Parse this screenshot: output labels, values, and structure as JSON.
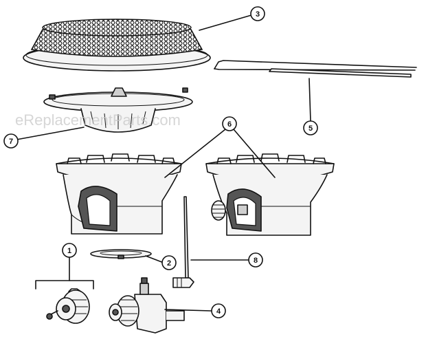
{
  "watermark": "eReplacementParts.com",
  "callouts": [
    {
      "label": "1",
      "name": "callout-1"
    },
    {
      "label": "2",
      "name": "callout-2"
    },
    {
      "label": "3",
      "name": "callout-3"
    },
    {
      "label": "4",
      "name": "callout-4"
    },
    {
      "label": "5",
      "name": "callout-5"
    },
    {
      "label": "6",
      "name": "callout-6"
    },
    {
      "label": "7",
      "name": "callout-7"
    },
    {
      "label": "8",
      "name": "callout-8"
    }
  ]
}
